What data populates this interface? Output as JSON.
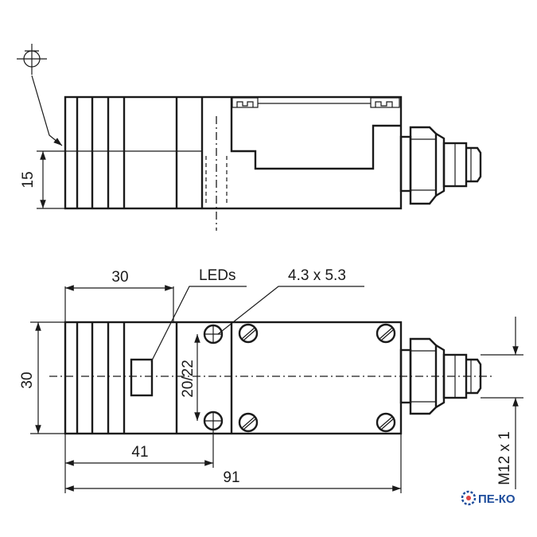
{
  "dimensions": {
    "height_top": "15",
    "width_30_top": "30",
    "leds": "LEDs",
    "slot": "4.3 x 5.3",
    "height_30": "30",
    "hole_spacing": "20/22",
    "length_41": "41",
    "length_91": "91",
    "thread": "M12 x 1"
  },
  "watermark": {
    "text": "ПЕ-КО",
    "brand_color": "#1e4d9c"
  }
}
